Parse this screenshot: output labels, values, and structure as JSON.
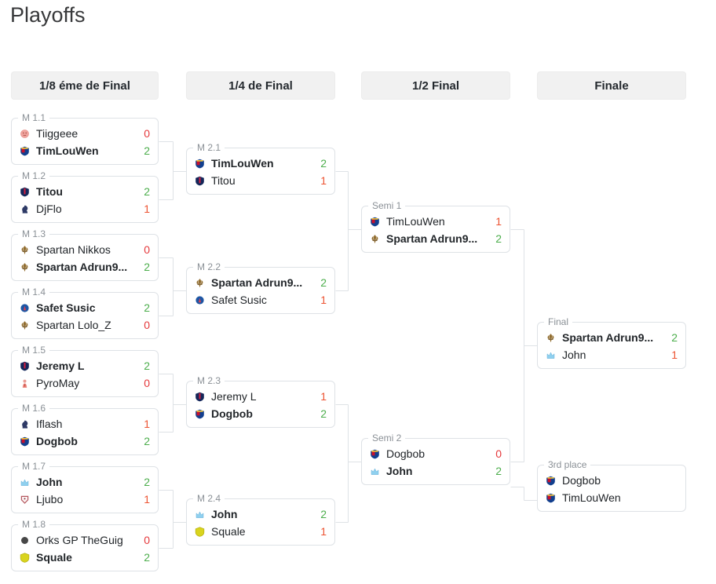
{
  "page": {
    "title": "Playoffs"
  },
  "colors": {
    "win_score": "#4cae4c",
    "loss_score_zero": "#e5383b",
    "loss_score_one": "#ed5433",
    "connector": "#dee2e6",
    "box_border": "#dee2e6",
    "header_bg": "#f1f1f1",
    "match_label": "#8a9096"
  },
  "rounds": [
    {
      "label": "1/8 éme de Final"
    },
    {
      "label": "1/4 de Final"
    },
    {
      "label": "1/2 Final"
    },
    {
      "label": "Finale"
    }
  ],
  "matches": [
    {
      "id": "M 1.1",
      "players": [
        {
          "name": "Tiiggeee",
          "score": "0",
          "result": "loss",
          "score_color": "#e5383b",
          "icon": "pink-face"
        },
        {
          "name": "TimLouWen",
          "score": "2",
          "result": "win",
          "score_color": "#4cae4c",
          "icon": "barca"
        }
      ]
    },
    {
      "id": "M 1.2",
      "players": [
        {
          "name": "Titou",
          "score": "2",
          "result": "win",
          "score_color": "#4cae4c",
          "icon": "psg"
        },
        {
          "name": "DjFlo",
          "score": "1",
          "result": "loss",
          "score_color": "#ed5433",
          "icon": "knight"
        }
      ]
    },
    {
      "id": "M 1.3",
      "players": [
        {
          "name": "Spartan Nikkos",
          "score": "0",
          "result": "loss",
          "score_color": "#e5383b",
          "icon": "spartan"
        },
        {
          "name": "Spartan Adrun9...",
          "score": "2",
          "result": "win",
          "score_color": "#4cae4c",
          "icon": "spartan"
        }
      ]
    },
    {
      "id": "M 1.4",
      "players": [
        {
          "name": "Safet Susic",
          "score": "2",
          "result": "win",
          "score_color": "#4cae4c",
          "icon": "blue-ball"
        },
        {
          "name": "Spartan Lolo_Z",
          "score": "0",
          "result": "loss",
          "score_color": "#e5383b",
          "icon": "spartan"
        }
      ]
    },
    {
      "id": "M 1.5",
      "players": [
        {
          "name": "Jeremy L",
          "score": "2",
          "result": "win",
          "score_color": "#4cae4c",
          "icon": "psg"
        },
        {
          "name": "PyroMay",
          "score": "0",
          "result": "loss",
          "score_color": "#e5383b",
          "icon": "pyro"
        }
      ]
    },
    {
      "id": "M 1.6",
      "players": [
        {
          "name": "Iflash",
          "score": "1",
          "result": "loss",
          "score_color": "#ed5433",
          "icon": "knight"
        },
        {
          "name": "Dogbob",
          "score": "2",
          "result": "win",
          "score_color": "#4cae4c",
          "icon": "barca"
        }
      ]
    },
    {
      "id": "M 1.7",
      "players": [
        {
          "name": "John",
          "score": "2",
          "result": "win",
          "score_color": "#4cae4c",
          "icon": "sky"
        },
        {
          "name": "Ljubo",
          "score": "1",
          "result": "loss",
          "score_color": "#ed5433",
          "icon": "pentagon"
        }
      ]
    },
    {
      "id": "M 1.8",
      "players": [
        {
          "name": "Orks GP TheGuig",
          "score": "0",
          "result": "loss",
          "score_color": "#e5383b",
          "icon": "dark-dot"
        },
        {
          "name": "Squale",
          "score": "2",
          "result": "win",
          "score_color": "#4cae4c",
          "icon": "yellow-shield"
        }
      ]
    },
    {
      "id": "M 2.1",
      "players": [
        {
          "name": "TimLouWen",
          "score": "2",
          "result": "win",
          "score_color": "#4cae4c",
          "icon": "barca"
        },
        {
          "name": "Titou",
          "score": "1",
          "result": "loss",
          "score_color": "#ed5433",
          "icon": "psg"
        }
      ]
    },
    {
      "id": "M 2.2",
      "players": [
        {
          "name": "Spartan Adrun9...",
          "score": "2",
          "result": "win",
          "score_color": "#4cae4c",
          "icon": "spartan"
        },
        {
          "name": "Safet Susic",
          "score": "1",
          "result": "loss",
          "score_color": "#ed5433",
          "icon": "blue-ball"
        }
      ]
    },
    {
      "id": "M 2.3",
      "players": [
        {
          "name": "Jeremy L",
          "score": "1",
          "result": "loss",
          "score_color": "#ed5433",
          "icon": "psg"
        },
        {
          "name": "Dogbob",
          "score": "2",
          "result": "win",
          "score_color": "#4cae4c",
          "icon": "barca"
        }
      ]
    },
    {
      "id": "M 2.4",
      "players": [
        {
          "name": "John",
          "score": "2",
          "result": "win",
          "score_color": "#4cae4c",
          "icon": "sky"
        },
        {
          "name": "Squale",
          "score": "1",
          "result": "loss",
          "score_color": "#ed5433",
          "icon": "yellow-shield"
        }
      ]
    },
    {
      "id": "Semi 1",
      "players": [
        {
          "name": "TimLouWen",
          "score": "1",
          "result": "loss",
          "score_color": "#ed5433",
          "icon": "barca"
        },
        {
          "name": "Spartan Adrun9...",
          "score": "2",
          "result": "win",
          "score_color": "#4cae4c",
          "icon": "spartan"
        }
      ]
    },
    {
      "id": "Semi 2",
      "players": [
        {
          "name": "Dogbob",
          "score": "0",
          "result": "loss",
          "score_color": "#e5383b",
          "icon": "barca"
        },
        {
          "name": "John",
          "score": "2",
          "result": "win",
          "score_color": "#4cae4c",
          "icon": "sky"
        }
      ]
    },
    {
      "id": "Final",
      "players": [
        {
          "name": "Spartan Adrun9...",
          "score": "2",
          "result": "win",
          "score_color": "#4cae4c",
          "icon": "spartan"
        },
        {
          "name": "John",
          "score": "1",
          "result": "loss",
          "score_color": "#ed5433",
          "icon": "sky"
        }
      ]
    },
    {
      "id": "3rd place",
      "players": [
        {
          "name": "Dogbob",
          "score": "",
          "result": "",
          "score_color": "",
          "icon": "barca"
        },
        {
          "name": "TimLouWen",
          "score": "",
          "result": "",
          "score_color": "",
          "icon": "barca"
        }
      ]
    }
  ]
}
